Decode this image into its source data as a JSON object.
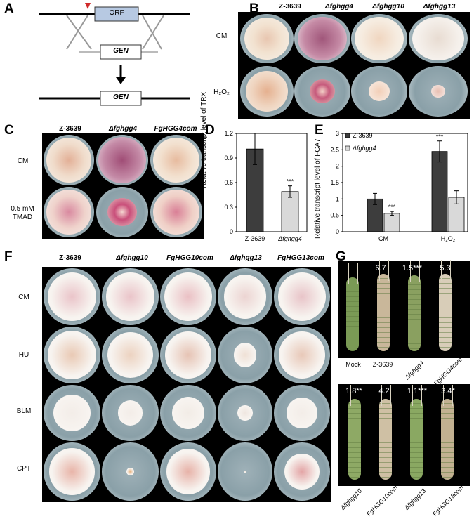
{
  "panels": {
    "A": "A",
    "B": "B",
    "C": "C",
    "D": "D",
    "E": "E",
    "F": "F",
    "G": "G"
  },
  "panelA": {
    "orf": "ORF",
    "gen_top": "GEN",
    "gen_bottom": "GEN"
  },
  "panelB": {
    "columns": [
      "Z-3639",
      "Δfghgg4",
      "Δfghgg10",
      "Δfghgg13"
    ],
    "rows": [
      "CM",
      "H₂O₂"
    ]
  },
  "panelC": {
    "columns": [
      "Z-3639",
      "Δfghgg4",
      "FgHGG4com"
    ],
    "rows": [
      "CM",
      "0.5 mM TMAD"
    ]
  },
  "panelF": {
    "columns": [
      "Z-3639",
      "Δfghgg10",
      "FgHGG10com",
      "Δfghgg13",
      "FgHGG13com"
    ],
    "rows": [
      "CM",
      "HU",
      "BLM",
      "CPT"
    ]
  },
  "panelG": {
    "top_values": [
      "6.7",
      "1.5***",
      "5.3"
    ],
    "top_labels": [
      "Mock",
      "Z-3639",
      "Δfghgg4",
      "FgHGG4com"
    ],
    "bottom_values": [
      "1.8**",
      "4.2",
      "1.1***",
      "3.4*"
    ],
    "bottom_labels": [
      "Δfghgg10",
      "FgHGG10com",
      "Δfghgg13",
      "FgHGG13com"
    ]
  },
  "chart_data": [
    {
      "type": "bar",
      "ylabel": "Relative transcript level of TRX",
      "categories": [
        "Z-3639",
        "Δfghgg4"
      ],
      "values": [
        1.01,
        0.49
      ],
      "errors": [
        0.19,
        0.07
      ],
      "significance": [
        "",
        "***"
      ],
      "ylim": [
        0,
        1.2
      ],
      "yticks": [
        "0",
        "0.3",
        "0.6",
        "0.9",
        "1.2"
      ]
    },
    {
      "type": "bar",
      "ylabel": "Relative transcript level of FCA7",
      "categories": [
        "CM",
        "H₂O₂"
      ],
      "series": [
        {
          "name": "Z-3639",
          "values": [
            1.0,
            2.45
          ],
          "errors": [
            0.17,
            0.32
          ],
          "significance": [
            "",
            "***"
          ]
        },
        {
          "name": "Δfghgg4",
          "values": [
            0.56,
            1.05
          ],
          "errors": [
            0.06,
            0.2
          ],
          "significance": [
            "***",
            ""
          ]
        }
      ],
      "ylim": [
        0,
        3
      ],
      "yticks": [
        "0",
        "0.5",
        "1",
        "1.5",
        "2",
        "2.5",
        "3"
      ]
    }
  ]
}
